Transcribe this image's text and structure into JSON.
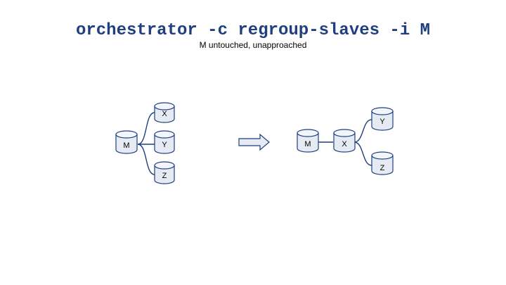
{
  "slide": {
    "title": "orchestrator -c regroup-slaves -i M",
    "subtitle": "M untouched, unapproached"
  },
  "before": {
    "nodes": [
      {
        "id": "M",
        "label": "M"
      },
      {
        "id": "X",
        "label": "X"
      },
      {
        "id": "Y",
        "label": "Y"
      },
      {
        "id": "Z",
        "label": "Z"
      }
    ]
  },
  "after": {
    "nodes": [
      {
        "id": "M",
        "label": "M"
      },
      {
        "id": "X",
        "label": "X"
      },
      {
        "id": "Y",
        "label": "Y"
      },
      {
        "id": "Z",
        "label": "Z"
      }
    ]
  },
  "colors": {
    "accent": "#1f3f7f",
    "node_fill": "#e6ebf3"
  }
}
